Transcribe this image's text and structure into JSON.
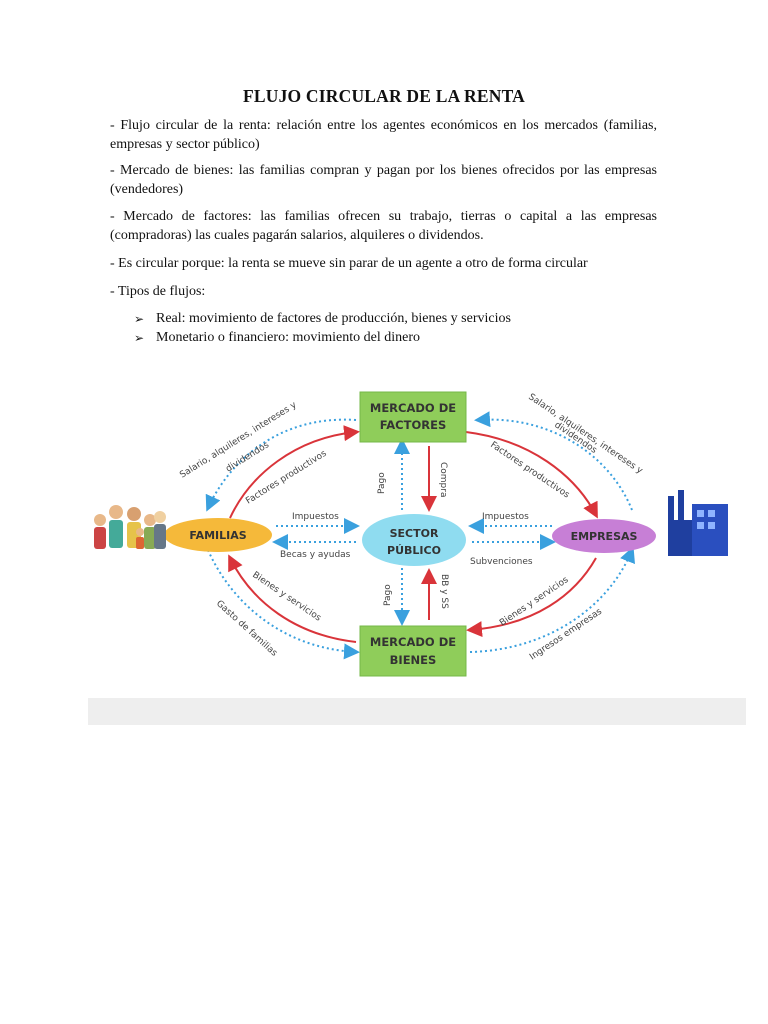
{
  "document": {
    "title": "FLUJO CIRCULAR DE LA RENTA",
    "paragraphs": [
      "- Flujo circular de la renta: relación entre los agentes económicos en los mercados (familias, empresas y sector público)",
      "- Mercado de bienes: las familias compran y pagan por los bienes ofrecidos por las empresas (vendedores)",
      "- Mercado de factores: las familias ofrecen su trabajo, tierras o capital a las empresas (compradoras) las cuales pagarán salarios, alquileres o dividendos.",
      "- Es circular porque: la renta se mueve sin parar de un agente a otro de forma circular",
      "- Tipos de flujos:"
    ],
    "bullets": [
      "Real: movimiento de factores de producción, bienes y servicios",
      "Monetario o financiero: movimiento del dinero"
    ]
  },
  "diagram": {
    "nodes": {
      "mercado_factores": [
        "MERCADO DE",
        "FACTORES"
      ],
      "mercado_bienes": [
        "MERCADO DE",
        "BIENES"
      ],
      "familias": "FAMILIAS",
      "empresas": "EMPRESAS",
      "sector_publico": [
        "SECTOR",
        "PÚBLICO"
      ]
    },
    "labels": {
      "salario_left_1": "Salario, alquileres, intereses y",
      "salario_left_2": "dividendos",
      "factores_left": "Factores productivos",
      "salario_right_1": "Salario, alquileres, intereses y",
      "salario_right_2": "dividendos",
      "factores_right": "Factores productivos",
      "pago_top": "Pago",
      "compra": "Compra",
      "impuestos_left": "Impuestos",
      "becas": "Becas y ayudas",
      "impuestos_right": "Impuestos",
      "subvenciones": "Subvenciones",
      "pago_bottom": "Pago",
      "bbss": "BB y SS",
      "bienes_left": "Bienes y servicios",
      "gasto": "Gasto de familias",
      "bienes_right": "Bienes y servicios",
      "ingresos": "Ingresos empresas"
    },
    "colors": {
      "market_box": "#8fcd5a",
      "agents": "#f5b93a",
      "empresas": "#c77fd6",
      "sector": "#8fdcf0",
      "real_flow": "#d9343a",
      "money_flow": "#3aa0de"
    }
  }
}
